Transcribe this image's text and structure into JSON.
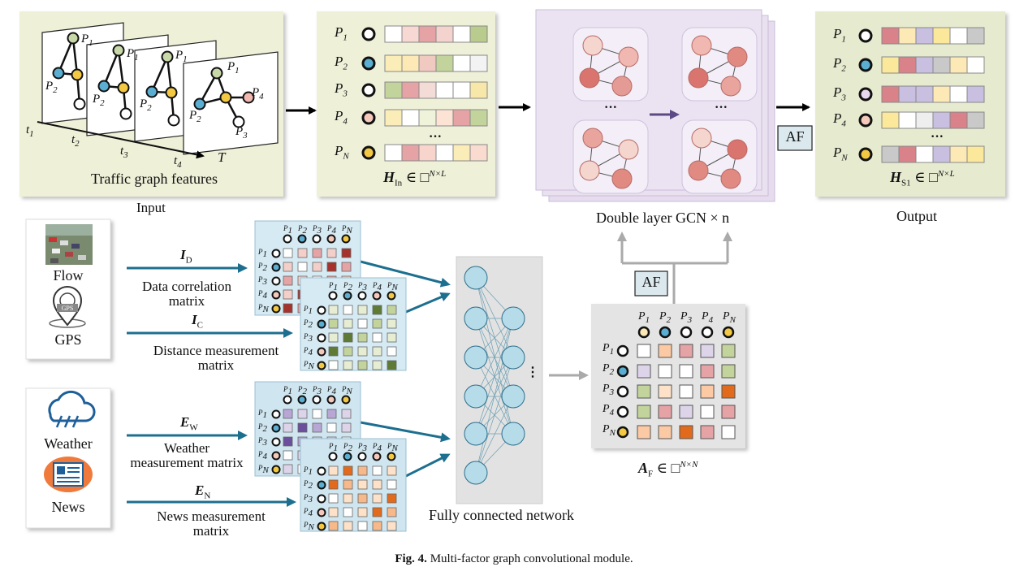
{
  "input_panel": {
    "caption": "Traffic graph features",
    "label": "Input",
    "node_labels": [
      "P1",
      "P2",
      "P3",
      "P4"
    ],
    "time_labels": [
      "t1",
      "t2",
      "t3",
      "t4"
    ],
    "time_axis": "T"
  },
  "hin_panel": {
    "rows": [
      "P1",
      "P2",
      "P3",
      "P4",
      "PN"
    ],
    "formula_main": "H",
    "formula_sub": "In",
    "formula_rest": "∈ □",
    "formula_sup": "N×L"
  },
  "gcn_panel": {
    "label": "Double layer GCN × n",
    "ellipsis": "···"
  },
  "output_panel": {
    "rows": [
      "P1",
      "P2",
      "P3",
      "P4",
      "PN"
    ],
    "formula_main": "H",
    "formula_sub": "S1",
    "formula_rest": "∈ □",
    "formula_sup": "N×L",
    "label": "Output"
  },
  "af_label": "AF",
  "sources": {
    "flow": "Flow",
    "gps": "GPS",
    "gps_badge": "GPS",
    "weather": "Weather",
    "news": "News"
  },
  "matrices": {
    "id_symbol": "I",
    "id_sub": "D",
    "id_desc_1": "Data correlation",
    "id_desc_2": "matrix",
    "ic_symbol": "I",
    "ic_sub": "C",
    "ic_desc_1": "Distance measurement",
    "ic_desc_2": "matrix",
    "ew_symbol": "E",
    "ew_sub": "W",
    "ew_desc_1": "Weather",
    "ew_desc_2": "measurement matrix",
    "en_symbol": "E",
    "en_sub": "N",
    "en_desc_1": "News measurement",
    "en_desc_2": "matrix",
    "mini_labels": [
      "P1",
      "P2",
      "P3",
      "P4",
      "PN"
    ]
  },
  "fc_label": "Fully connected network",
  "af_matrix": {
    "col_labels": [
      "P1",
      "P2",
      "P3",
      "P4",
      "PN"
    ],
    "row_labels": [
      "P1",
      "P2",
      "P3",
      "P4",
      "PN"
    ],
    "formula_main": "A",
    "formula_sub": "F",
    "formula_rest": "∈ □",
    "formula_sup": "N×N"
  },
  "caption": {
    "fig": "Fig. 4.",
    "text": "Multi-factor graph convolutional module."
  },
  "colors": {
    "panel_green": "#eef0d8",
    "panel_purple": "#e3d9ec",
    "panel_blue": "#cfe6f0",
    "panel_gray": "#e4e4e4",
    "arrow_blue": "#1d6f8f",
    "node_yellow": "#f3c842",
    "node_blue": "#5aaed1",
    "node_pink": "#f0b8b0"
  }
}
